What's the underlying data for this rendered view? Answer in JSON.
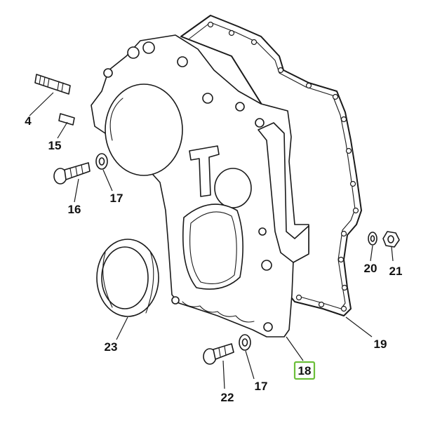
{
  "diagram": {
    "callouts": [
      {
        "id": "4",
        "label": "4"
      },
      {
        "id": "15",
        "label": "15"
      },
      {
        "id": "16",
        "label": "16"
      },
      {
        "id": "17a",
        "label": "17"
      },
      {
        "id": "17b",
        "label": "17"
      },
      {
        "id": "18",
        "label": "18",
        "highlighted": true
      },
      {
        "id": "19",
        "label": "19"
      },
      {
        "id": "20",
        "label": "20"
      },
      {
        "id": "21",
        "label": "21"
      },
      {
        "id": "22",
        "label": "22"
      },
      {
        "id": "23",
        "label": "23"
      }
    ],
    "highlight_color": "#6cbf3a"
  }
}
